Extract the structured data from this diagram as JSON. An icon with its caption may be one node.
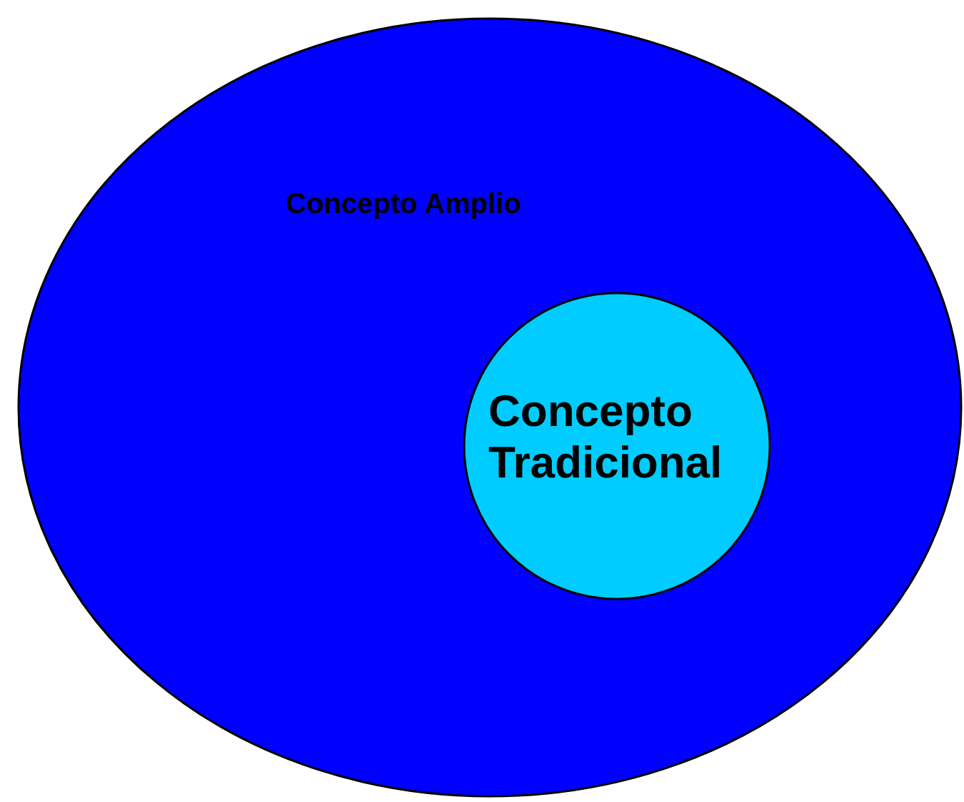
{
  "diagram": {
    "nodes": [
      {
        "text": [
          "Concepto Amplio"
        ]
      },
      {
        "text": [
          "Concepto Tradicional"
        ],
        "in": 0
      }
    ]
  }
}
